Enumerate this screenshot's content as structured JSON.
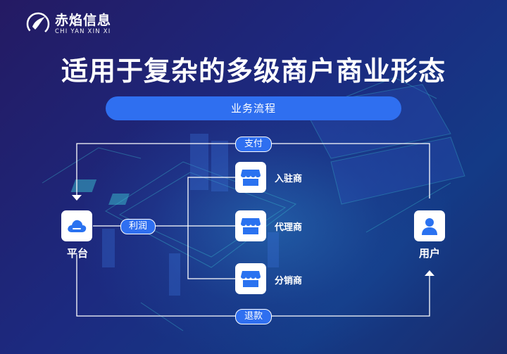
{
  "brand": {
    "name": "赤焰信息",
    "subtitle": "CHI YAN XIN XI"
  },
  "headline": "适用于复杂的多级商户商业形态",
  "flow_title": "业务流程",
  "nodes": {
    "platform": {
      "label": "平台",
      "icon": "cloud-icon"
    },
    "user": {
      "label": "用户",
      "icon": "user-icon"
    },
    "merchants": [
      {
        "label": "入驻商",
        "icon": "store-icon"
      },
      {
        "label": "代理商",
        "icon": "store-icon"
      },
      {
        "label": "分销商",
        "icon": "store-icon"
      }
    ]
  },
  "edges": {
    "top": "支付",
    "middle": "利润",
    "bottom": "退款"
  },
  "colors": {
    "accent": "#2f6ff0",
    "icon_blue": "#2a72f0",
    "text": "#ffffff"
  }
}
